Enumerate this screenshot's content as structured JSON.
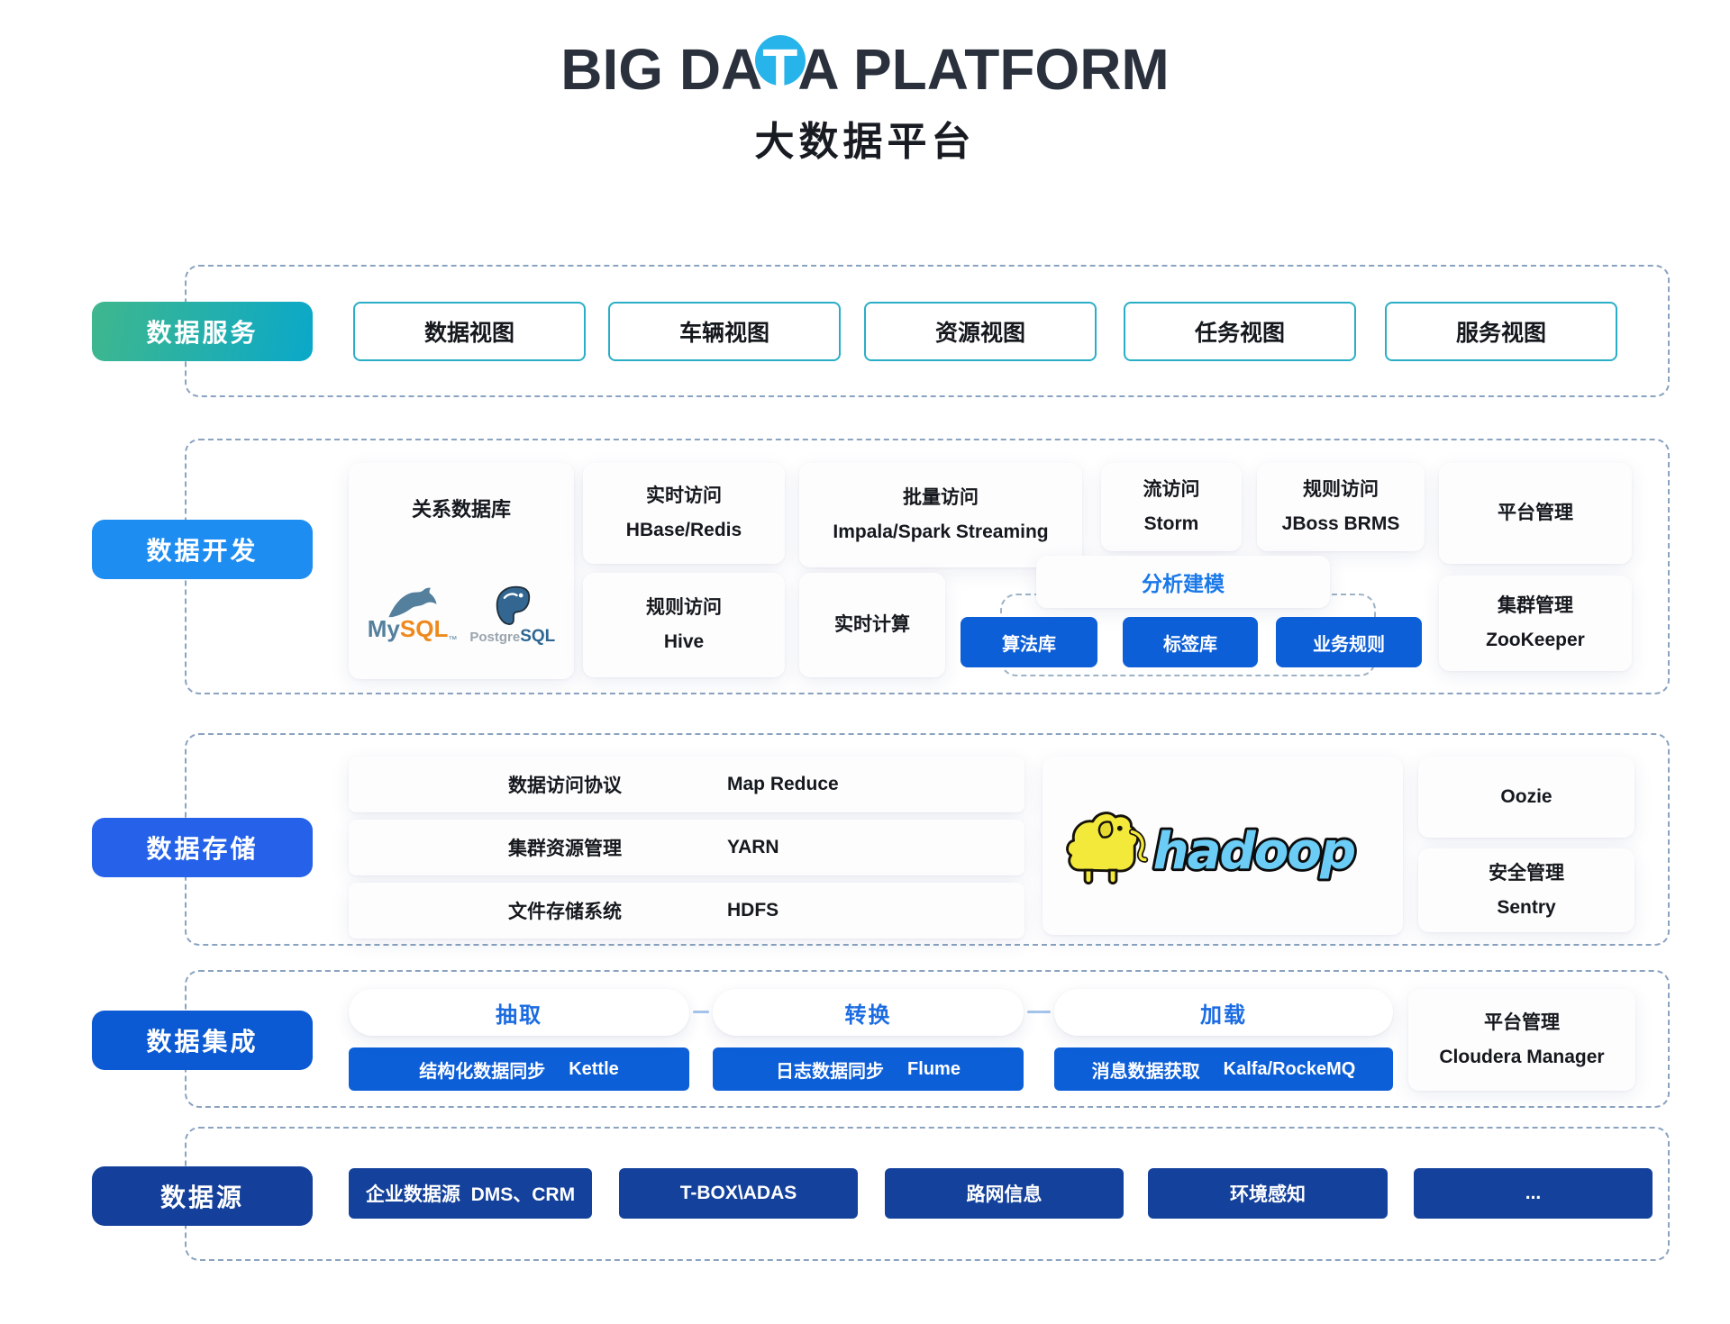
{
  "header": {
    "title_pre": "BIG DA",
    "title_accent": "T",
    "title_post": "A PLATFORM",
    "subtitle": "大数据平台"
  },
  "colors": {
    "accent_cyan": "#27b4ea",
    "services_gradient_start": "#3fb78d",
    "services_gradient_end": "#0aa8c9",
    "dev_blue": "#1e8df2",
    "storage_blue": "#2562e9",
    "integration_blue": "#0b5ad3",
    "sources_navy": "#143f9a",
    "small_button_blue": "#0d5fd8",
    "teal_box_border": "#2aaec7",
    "modeling_text_blue": "#1b79e8"
  },
  "services": {
    "label": "数据服务",
    "items": [
      "数据视图",
      "车辆视图",
      "资源视图",
      "任务视图",
      "服务视图"
    ]
  },
  "development": {
    "label": "数据开发",
    "relational_db": {
      "title": "关系数据库",
      "mysql_part1": "My",
      "mysql_part2": "SQL",
      "mysql_tm": "™",
      "pg_part1": "Postgre",
      "pg_part2": "SQL"
    },
    "top_nodes": [
      {
        "line1": "实时访问",
        "line2": "HBase/Redis"
      },
      {
        "line1": "批量访问",
        "line2": "Impala/Spark Streaming"
      },
      {
        "line1": "流访问",
        "line2": "Storm"
      },
      {
        "line1": "规则访问",
        "line2": "JBoss BRMS"
      },
      {
        "line1": "平台管理"
      }
    ],
    "bottom_nodes": [
      {
        "line1": "规则访问",
        "line2": "Hive"
      },
      {
        "line1": "实时计算"
      }
    ],
    "modeling": {
      "title": "分析建模",
      "buttons": [
        "算法库",
        "标签库",
        "业务规则"
      ]
    },
    "cluster": {
      "line1": "集群管理",
      "line2": "ZooKeeper"
    }
  },
  "storage": {
    "label": "数据存储",
    "rows": [
      {
        "name": "数据访问协议",
        "tech": "Map Reduce"
      },
      {
        "name": "集群资源管理",
        "tech": "YARN"
      },
      {
        "name": "文件存储系统",
        "tech": "HDFS"
      }
    ],
    "hadoop_wordmark": "hadoop",
    "oozie": "Oozie",
    "security": {
      "line1": "安全管理",
      "line2": "Sentry"
    }
  },
  "integration": {
    "label": "数据集成",
    "stages": [
      {
        "header": "抽取",
        "button_zh": "结构化数据同步",
        "button_en": "Kettle"
      },
      {
        "header": "转换",
        "button_zh": "日志数据同步",
        "button_en": "Flume"
      },
      {
        "header": "加载",
        "button_zh": "消息数据获取",
        "button_en": "Kalfa/RockeMQ"
      }
    ],
    "platform": {
      "line1": "平台管理",
      "line2": "Cloudera Manager"
    }
  },
  "sources": {
    "label": "数据源",
    "items": [
      "企业数据源  DMS、CRM",
      "T-BOX\\ADAS",
      "路网信息",
      "环境感知",
      "..."
    ]
  }
}
